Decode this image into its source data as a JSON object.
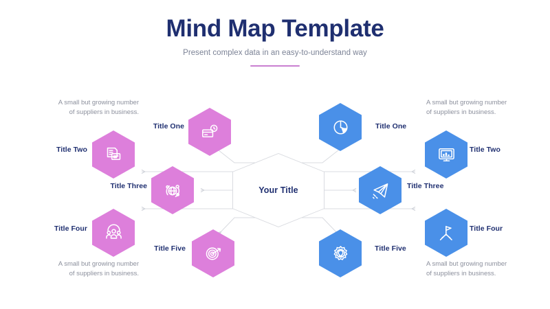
{
  "header": {
    "title": "Mind Map Template",
    "subtitle": "Present complex data in an easy-to-understand way"
  },
  "center": {
    "label": "Your Title"
  },
  "colors": {
    "pink": "#dd7fdb",
    "blue": "#4a90e8",
    "title_navy": "#1f2f70",
    "subtitle_gray": "#7c8396",
    "divider_purple": "#c97fd0",
    "connector_gray": "#d9dbe0",
    "background": "#ffffff"
  },
  "descriptions": {
    "top_left": "A small but growing number\nof suppliers in business.",
    "top_left_line1": "A small but growing number",
    "top_left_line2": "of suppliers in business.",
    "top_right_line1": "A small but growing number",
    "top_right_line2": "of suppliers in business.",
    "bottom_left_line1": "A small but growing number",
    "bottom_left_line2": "of suppliers in business.",
    "bottom_right_line1": "A small but growing number",
    "bottom_right_line2": "of suppliers in business."
  },
  "left_branch": {
    "color": "#dd7fdb",
    "nodes": [
      {
        "label": "Title One",
        "icon": "card-clock-icon"
      },
      {
        "label": "Title Two",
        "icon": "document-report-icon"
      },
      {
        "label": "Title Three",
        "icon": "globe-network-icon"
      },
      {
        "label": "Title Four",
        "icon": "users-group-icon"
      },
      {
        "label": "Title Five",
        "icon": "target-arrow-icon"
      }
    ]
  },
  "right_branch": {
    "color": "#4a90e8",
    "nodes": [
      {
        "label": "Title One",
        "icon": "pie-chart-icon"
      },
      {
        "label": "Title Two",
        "icon": "monitor-chart-icon"
      },
      {
        "label": "Title Three",
        "icon": "paper-plane-icon"
      },
      {
        "label": "Title Four",
        "icon": "flag-mountain-icon"
      },
      {
        "label": "Title Five",
        "icon": "gear-bulb-icon"
      }
    ]
  }
}
